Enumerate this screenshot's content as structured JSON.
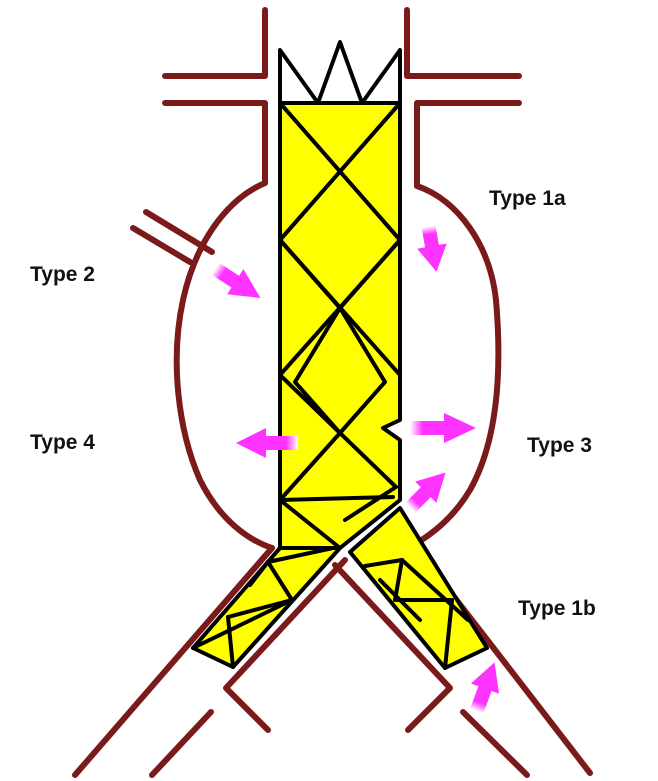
{
  "labels": {
    "type_1a": "Type 1a",
    "type_2": "Type 2",
    "type_3": "Type 3",
    "type_4": "Type 4",
    "type_1b": "Type 1b"
  },
  "colors": {
    "vessel": "#7b1a1a",
    "graft_fill": "#ffff00",
    "graft_stroke": "#000000",
    "arrow": "#ff33ff"
  }
}
